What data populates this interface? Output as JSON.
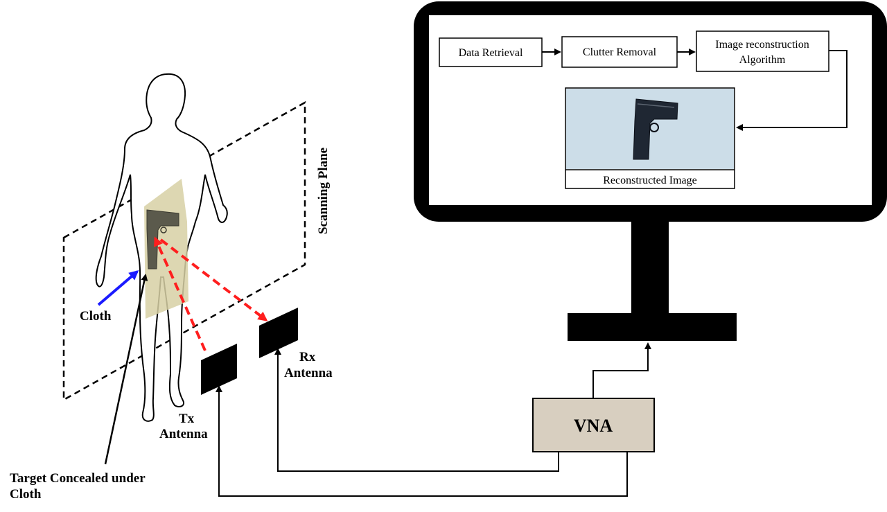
{
  "diagram": {
    "labels": {
      "scanning_plane": "Scanning Plane",
      "cloth": "Cloth",
      "target": [
        "Target Concealed under",
        "Cloth"
      ],
      "tx": [
        "Tx",
        "Antenna"
      ],
      "rx": [
        "Rx",
        "Antenna"
      ],
      "vna": "VNA"
    },
    "pipeline": {
      "step1": "Data Retrieval",
      "step2": "Clutter Removal",
      "step3": [
        "Image reconstruction",
        "Algorithm"
      ],
      "result": "Reconstructed Image"
    },
    "colors": {
      "monitor": "#000000",
      "vna_fill": "#d8cfc0",
      "cloth_patch": "#d7d0a4",
      "image_bg": "#ccdde8",
      "wave_arrow": "#ff1e1e",
      "cloth_arrow": "#1b1bff"
    }
  }
}
